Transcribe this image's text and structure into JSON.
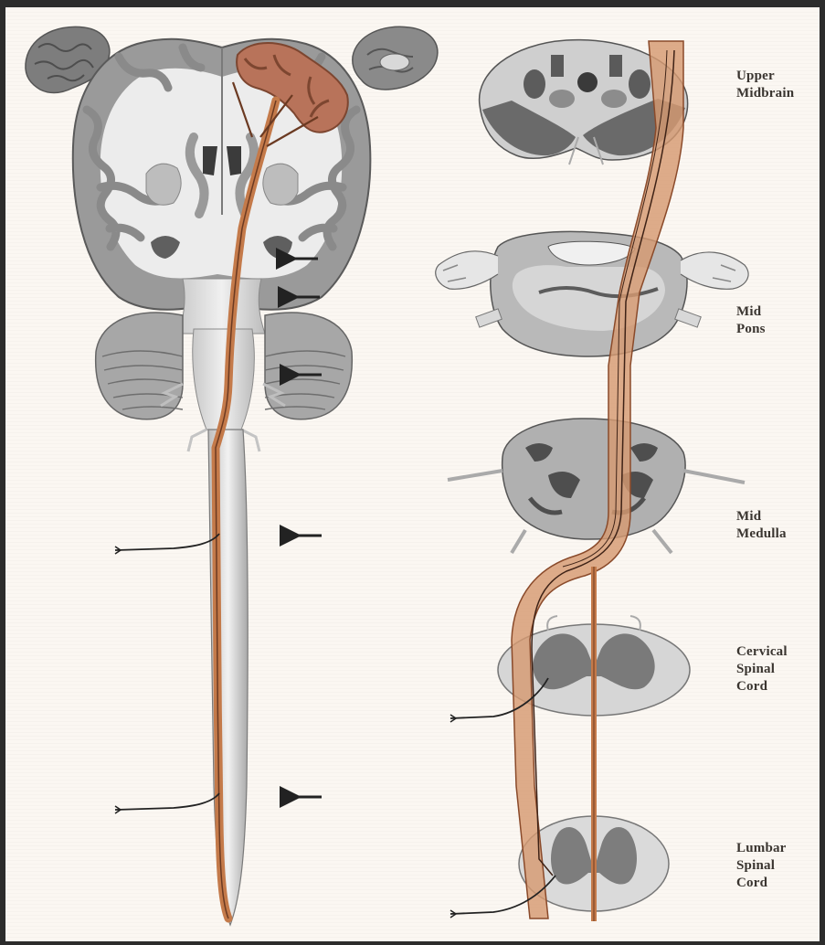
{
  "labels": {
    "upper_midbrain": "Upper\nMidbrain",
    "mid_pons": "Mid\nPons",
    "mid_medulla": "Mid\nMedulla",
    "cervical_spinal_cord": "Cervical\nSpinal\nCord",
    "lumbar_spinal_cord": "Lumbar\nSpinal\nCord"
  },
  "colors": {
    "tract": "#c47a4a",
    "tract_dark": "#8a4a2a",
    "cortex": "#8f8f8f",
    "white_matter": "#ececec",
    "shadow": "#5c5c5c",
    "background": "#fbf7f2"
  }
}
